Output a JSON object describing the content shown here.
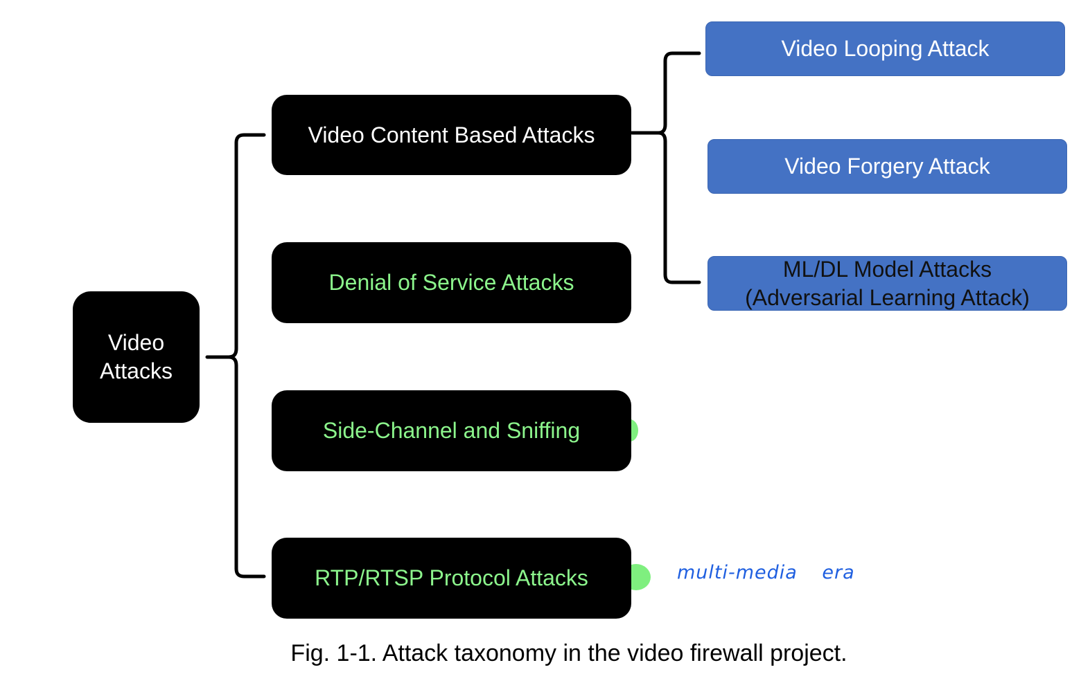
{
  "nodes": {
    "root": {
      "line1": "Video",
      "line2": "Attacks"
    },
    "content_based": "Video Content Based Attacks",
    "dos": "Denial of Service Attacks",
    "side_channel": "Side-Channel and Sniffing",
    "rtp": "RTP/RTSP Protocol Attacks",
    "looping": "Video Looping Attack",
    "forgery": "Video Forgery Attack",
    "mldl": {
      "line1": "ML/DL Model Attacks",
      "line2": "(Adversarial  Learning Attack)"
    }
  },
  "annotation": "multi-media era",
  "caption": "Fig. 1-1. Attack taxonomy in the video firewall project.",
  "colors": {
    "node_black": "#000000",
    "node_blue": "#4472c4",
    "green_text": "#8cf58c",
    "marker_green": "#7fef7f",
    "handwriting_blue": "#1f5fe0"
  }
}
